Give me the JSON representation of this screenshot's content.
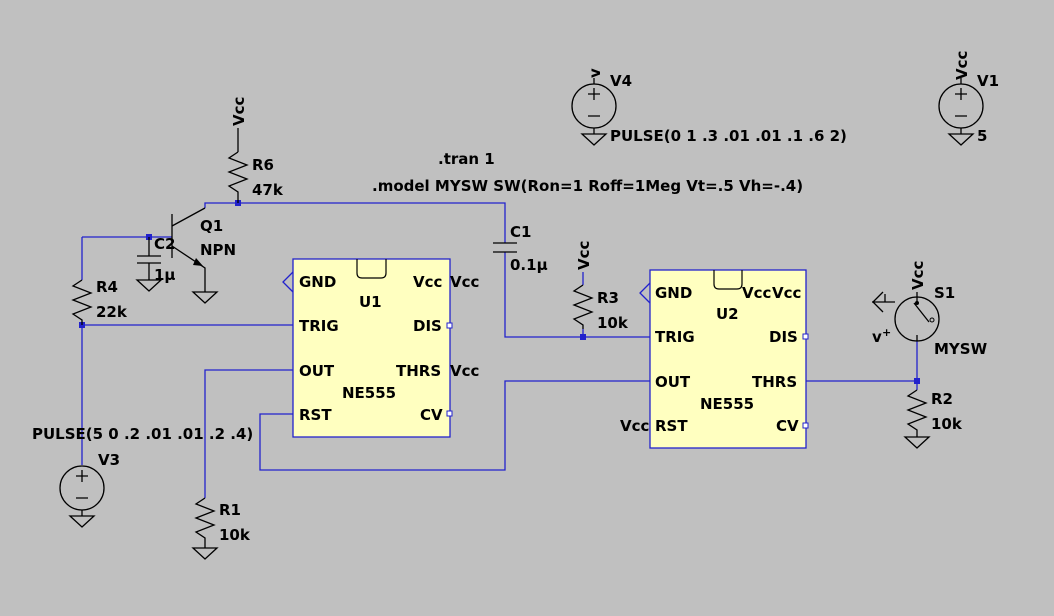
{
  "directives": {
    "tran": ".tran 1",
    "model": ".model MYSW SW(Ron=1 Roff=1Meg Vt=.5 Vh=-.4)"
  },
  "components": {
    "v1": {
      "name": "V1",
      "value": "5"
    },
    "v3": {
      "name": "V3",
      "value": "PULSE(5 0 .2 .01 .01 .2 .4)"
    },
    "v4": {
      "name": "V4",
      "value": "PULSE(0 1 .3 .01 .01 .1 .6 2)",
      "node": "v"
    },
    "r1": {
      "name": "R1",
      "value": "10k"
    },
    "r2": {
      "name": "R2",
      "value": "10k"
    },
    "r3": {
      "name": "R3",
      "value": "10k"
    },
    "r4": {
      "name": "R4",
      "value": "22k"
    },
    "r6": {
      "name": "R6",
      "value": "47k"
    },
    "c1": {
      "name": "C1",
      "value": "0.1µ"
    },
    "c2": {
      "name": "C2",
      "value": "1µ"
    },
    "q1": {
      "name": "Q1",
      "value": "NPN"
    },
    "s1": {
      "name": "S1",
      "value": "MYSW",
      "plus": "+",
      "minus": "v"
    },
    "u1": {
      "name": "U1",
      "model": "NE555"
    },
    "u2": {
      "name": "U2",
      "model": "NE555"
    }
  },
  "pins": {
    "gnd": "GND",
    "vcc": "Vcc",
    "trig": "TRIG",
    "dis": "DIS",
    "out": "OUT",
    "thrs": "THRS",
    "rst": "RST",
    "cv": "CV"
  },
  "net_labels": {
    "vcc": "Vcc"
  }
}
